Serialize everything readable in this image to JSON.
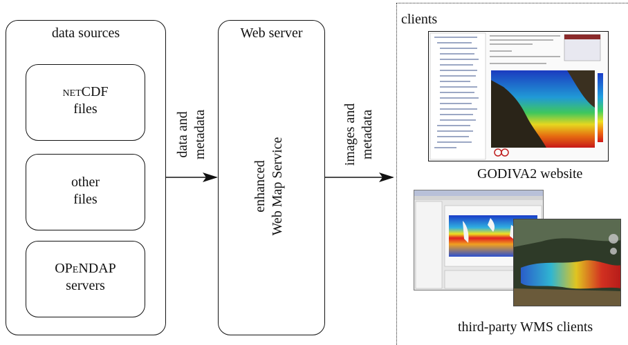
{
  "sources": {
    "title": "data sources",
    "netcdf_prefix": "netCDF",
    "netcdf_suffix": "files",
    "other_line1": "other",
    "other_line2": "files",
    "opendap": "OPeNDAP",
    "opendap_line2": "servers"
  },
  "arrow1": {
    "line1": "data and",
    "line2": "metadata"
  },
  "server": {
    "title": "Web server",
    "line1": "enhanced",
    "line2": "Web Map Service"
  },
  "arrow2": {
    "line1": "images and",
    "line2": "metadata"
  },
  "clients": {
    "title": "clients",
    "godiva_caption": "GODIVA2 website",
    "thirdparty_caption": "third-party WMS clients"
  },
  "colors": {
    "stroke": "#111111",
    "ocean_warm": "#d62020",
    "ocean_cool": "#2040d0",
    "land_dark": "#3a3020"
  }
}
